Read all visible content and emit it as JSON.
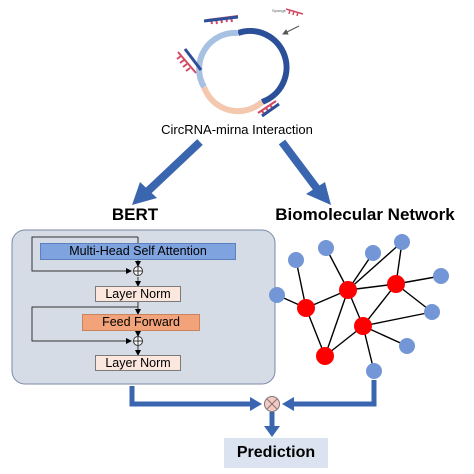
{
  "caption": "CircRNA-mirna  Interaction",
  "bert": {
    "title": "BERT",
    "multi_head_attention": "Multi-Head  Self Attention",
    "layer_norm_1": "Layer Norm",
    "feed_forward": "Feed Forward",
    "layer_norm_2": "Layer Norm"
  },
  "network": {
    "title": "Biomolecular Network",
    "node_colors": {
      "blue_node": "#7396d6",
      "red_node": "#ff0000"
    }
  },
  "output": {
    "label": "Prediction"
  },
  "colors": {
    "arrow_blue": "#3a66b0",
    "bert_panel": "#d6dce6",
    "circrna_ring_dark": "#2b4f98",
    "circrna_ring_light": "#a7c1e3",
    "circrna_ring_peach": "#f4c8ae",
    "mirna": "#d24a64",
    "combine_symbol": "#f7c8c1"
  },
  "icons": [
    "circrna-ring-icon",
    "mirna-icon",
    "combine-otimes-icon",
    "add-circle-icon"
  ],
  "zoom_tag": "Sponge"
}
